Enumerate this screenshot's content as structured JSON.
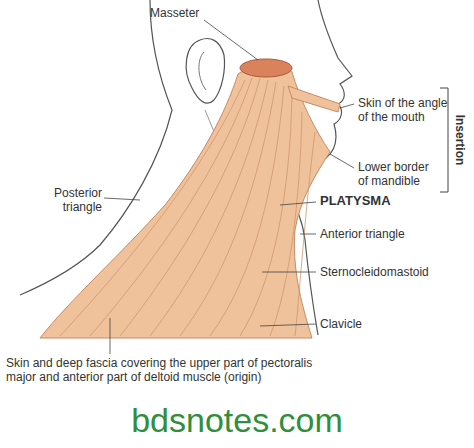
{
  "diagram": {
    "labels": [
      "Masseter",
      "Skin of the angle of the mouth",
      "Insertion",
      "Lower border of mandible",
      "Posterior triangle",
      "PLATYSMA",
      "Anterior triangle",
      "Sternocleidomastoid",
      "Clavicle",
      "Skin and deep fascia covering the upper part of pectoralis major and anterior part of deltoid muscle (origin)",
      "bdsnotes.com"
    ]
  }
}
